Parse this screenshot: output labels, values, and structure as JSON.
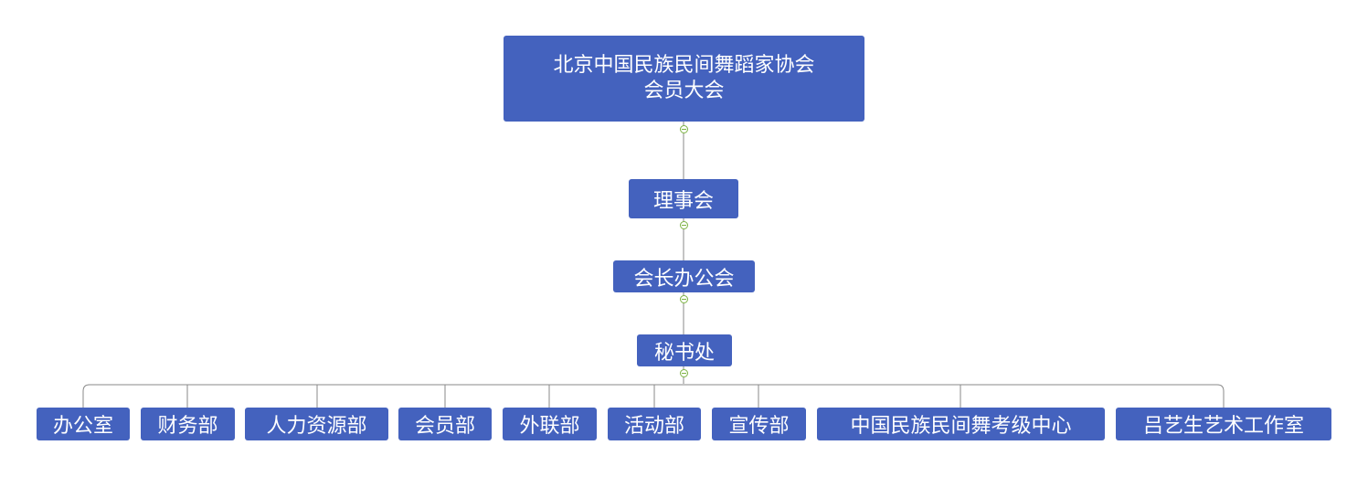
{
  "root": {
    "line1": "北京中国民族民间舞蹈家协会",
    "line2": "会员大会"
  },
  "levels": {
    "council": "理事会",
    "president_office": "会长办公会",
    "secretariat": "秘书处"
  },
  "departments": [
    "办公室",
    "财务部",
    "人力资源部",
    "会员部",
    "外联部",
    "活动部",
    "宣传部",
    "中国民族民间舞考级中心",
    "吕艺生艺术工作室"
  ],
  "colors": {
    "node_fill": "#4462be",
    "node_text": "#ffffff",
    "connector": "#888888",
    "collapse_toggle": "#7cb342"
  },
  "icons": {
    "collapse": "collapse-toggle-icon"
  }
}
